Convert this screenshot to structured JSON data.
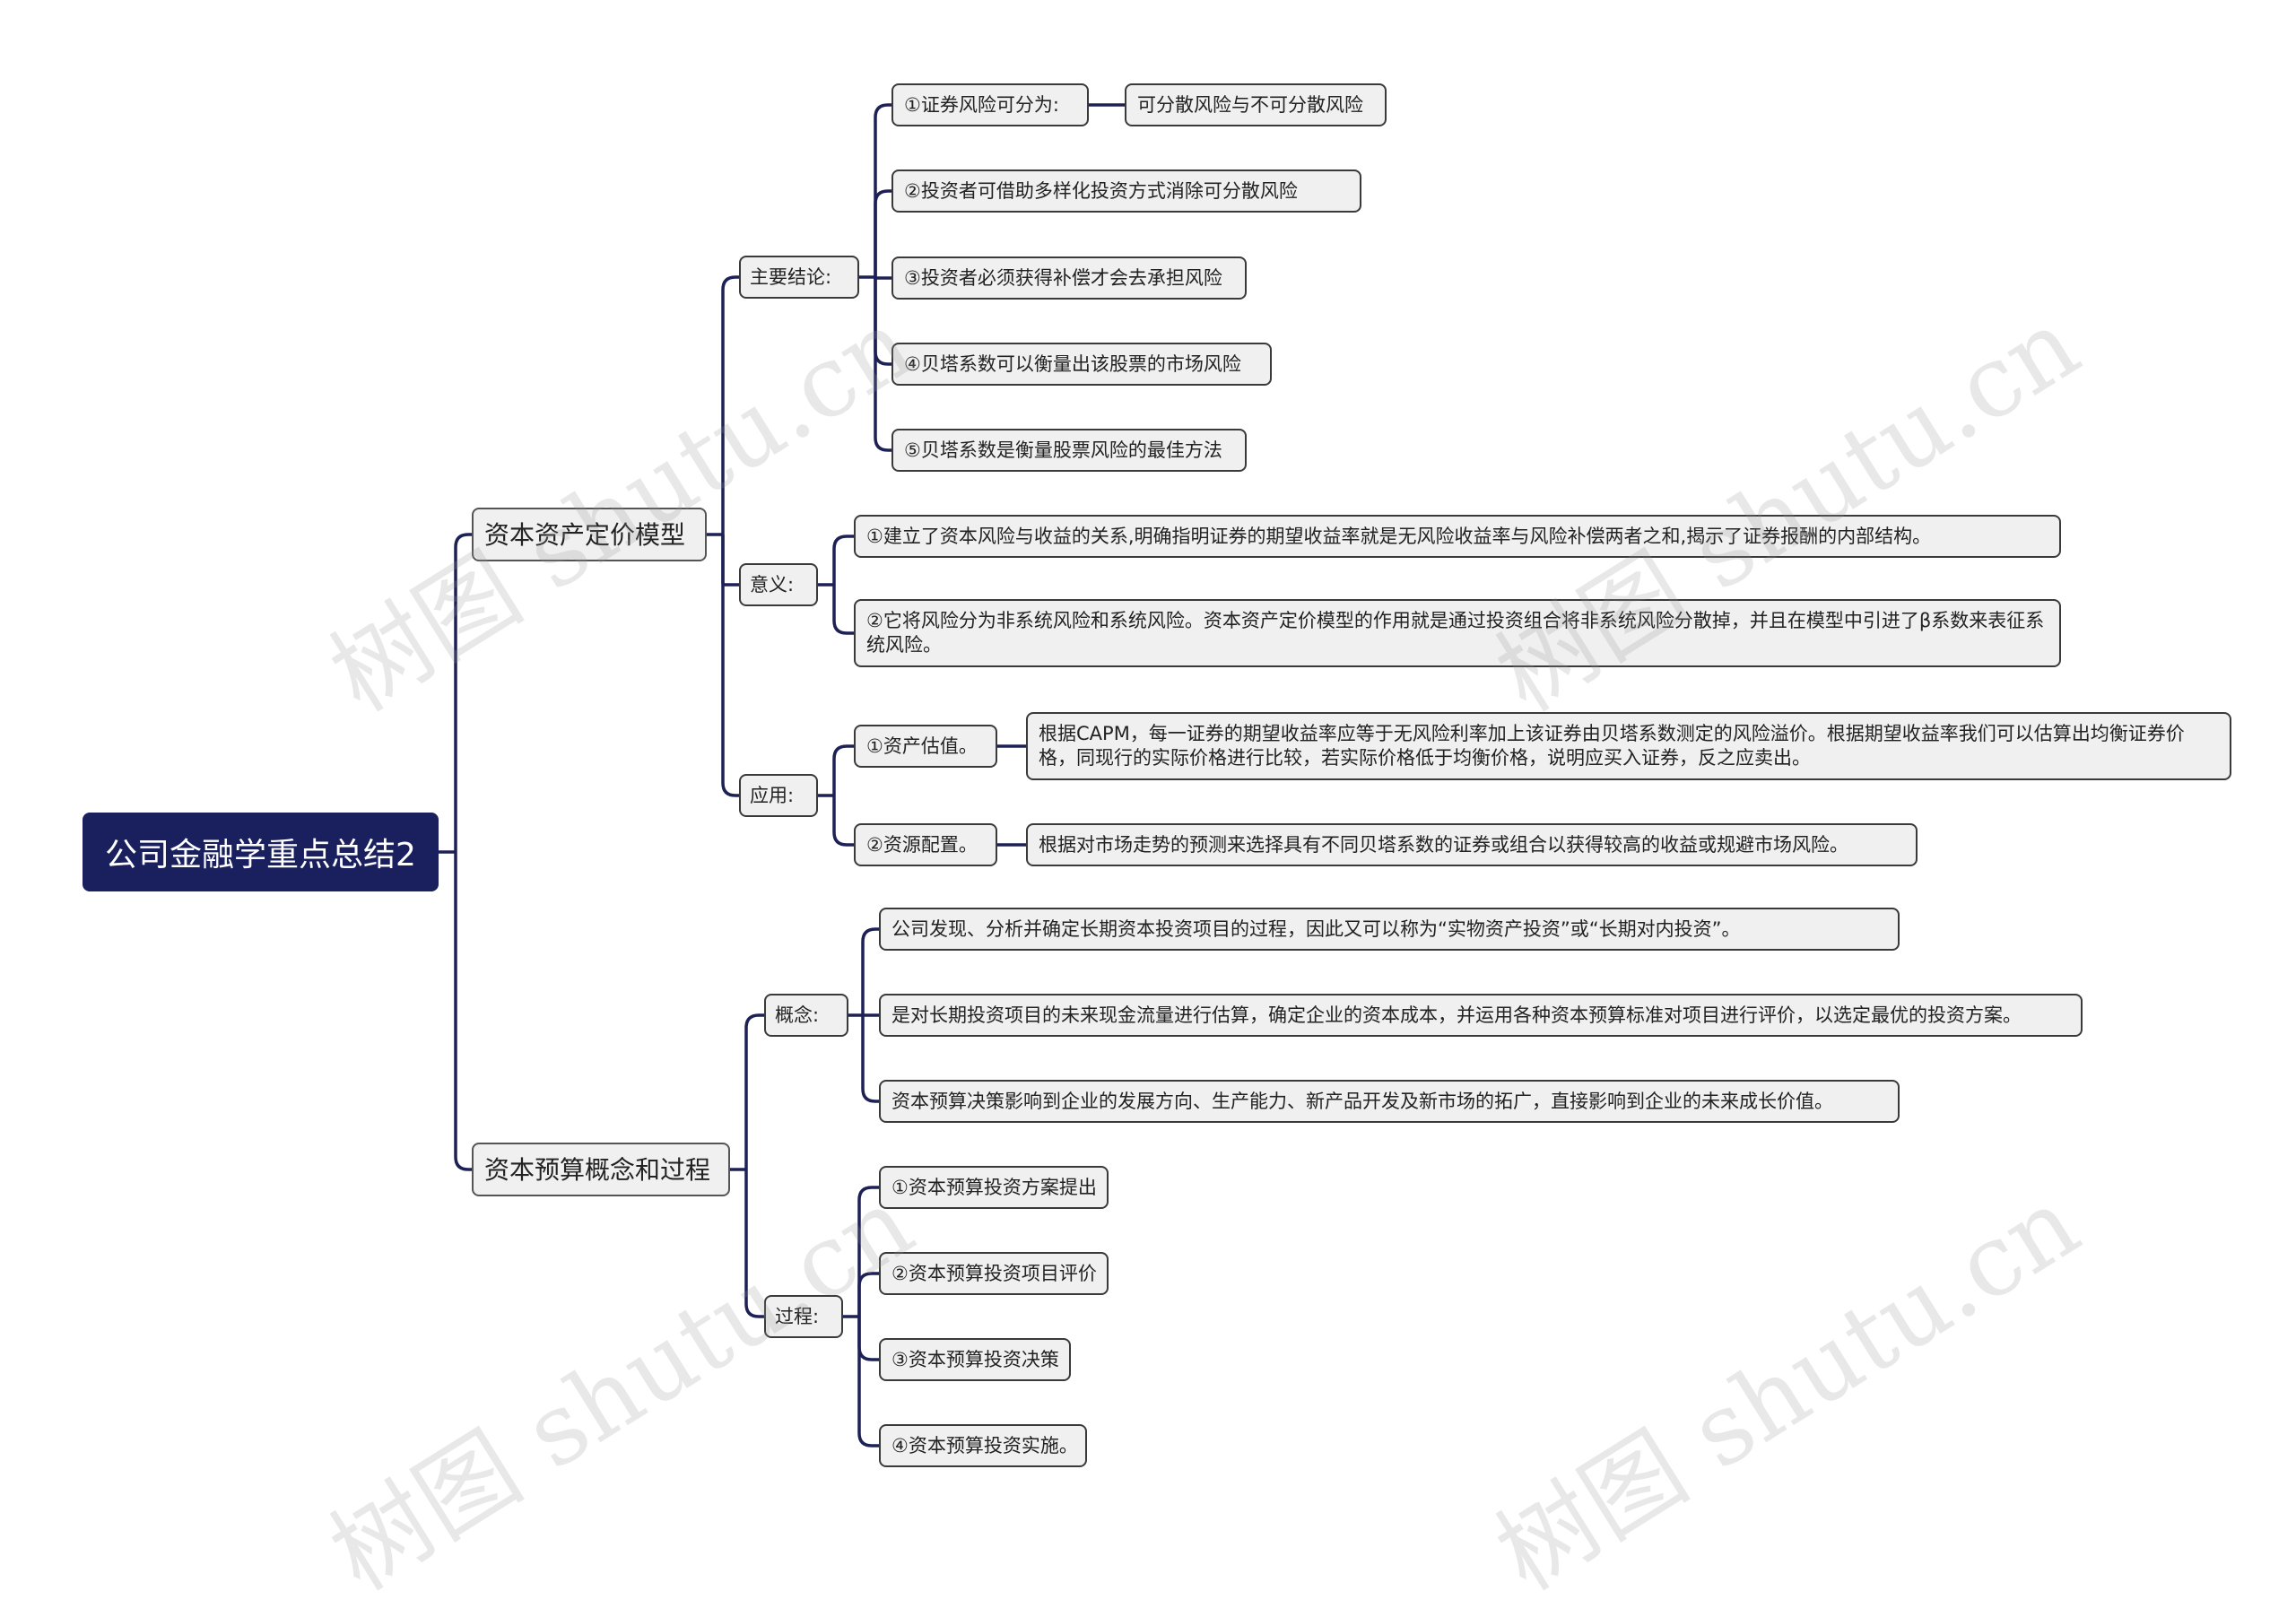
{
  "root": "公司金融学重点总结2",
  "watermark": "树图 shutu.cn",
  "branches": {
    "capm": {
      "title": "资本资产定价模型",
      "conclusions": {
        "label": "主要结论:",
        "items": [
          "①证券风险可分为:",
          "②投资者可借助多样化投资方式消除可分散风险",
          "③投资者必须获得补偿才会去承担风险",
          "④贝塔系数可以衡量出该股票的市场风险",
          "⑤贝塔系数是衡量股票风险的最佳方法"
        ],
        "item0_child": "可分散风险与不可分散风险"
      },
      "significance": {
        "label": "意义:",
        "items": [
          "①建立了资本风险与收益的关系,明确指明证券的期望收益率就是无风险收益率与风险补偿两者之和,揭示了证券报酬的内部结构。",
          "②它将风险分为非系统风险和系统风险。资本资产定价模型的作用就是通过投资组合将非系统风险分散掉，并且在模型中引进了β系数来表征系统风险。"
        ]
      },
      "application": {
        "label": "应用:",
        "items": [
          {
            "title": "①资产估值。",
            "detail": "根据CAPM，每一证券的期望收益率应等于无风险利率加上该证券由贝塔系数测定的风险溢价。根据期望收益率我们可以估算出均衡证券价格，同现行的实际价格进行比较，若实际价格低于均衡价格，说明应买入证券，反之应卖出。"
          },
          {
            "title": "②资源配置。",
            "detail": "根据对市场走势的预测来选择具有不同贝塔系数的证券或组合以获得较高的收益或规避市场风险。"
          }
        ]
      }
    },
    "budget": {
      "title": "资本预算概念和过程",
      "concept": {
        "label": "概念:",
        "items": [
          "公司发现、分析并确定长期资本投资项目的过程，因此又可以称为“实物资产投资”或“长期对内投资”。",
          "是对长期投资项目的未来现金流量进行估算，确定企业的资本成本，并运用各种资本预算标准对项目进行评价，以选定最优的投资方案。",
          "资本预算决策影响到企业的发展方向、生产能力、新产品开发及新市场的拓广，直接影响到企业的未来成长价值。"
        ]
      },
      "process": {
        "label": "过程:",
        "items": [
          "①资本预算投资方案提出",
          "②资本预算投资项目评价",
          "③资本预算投资决策",
          "④资本预算投资实施。"
        ]
      }
    }
  },
  "colors": {
    "root_bg": "#1a1f5e",
    "line": "#1e2155",
    "node_bg": "#f0f0f0",
    "node_border": "#3a3a3a"
  }
}
